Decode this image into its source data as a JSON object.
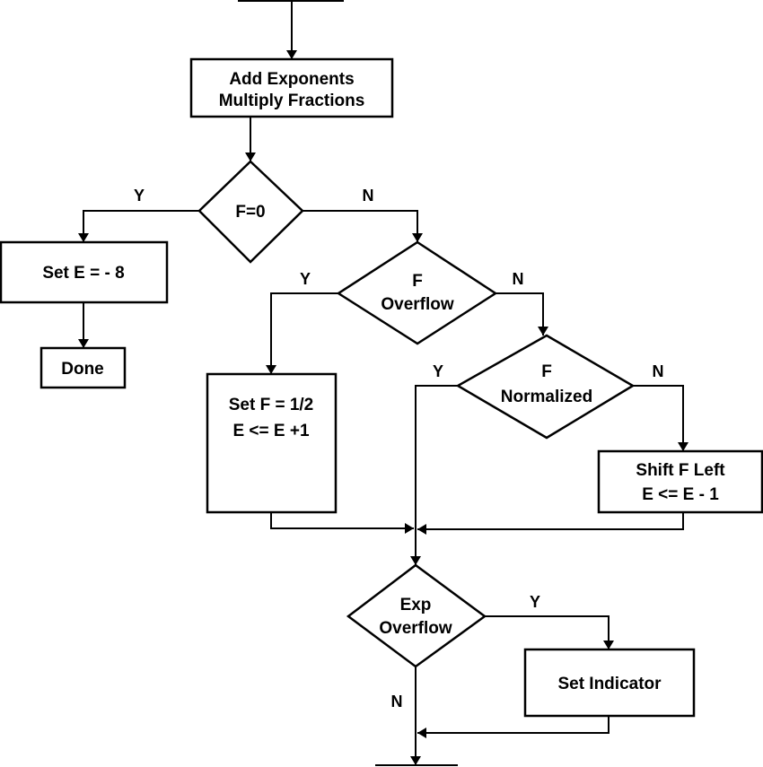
{
  "nodes": {
    "add": {
      "line1": "Add Exponents",
      "line2": "Multiply Fractions"
    },
    "f_zero": {
      "line1": "F=0"
    },
    "set_e": {
      "line1": "Set E = - 8"
    },
    "done": {
      "line1": "Done"
    },
    "f_overflow": {
      "line1": "F",
      "line2": "Overflow"
    },
    "set_f": {
      "line1": "Set F = 1/2",
      "line2": "E <= E +1"
    },
    "f_normalized": {
      "line1": "F",
      "line2": "Normalized"
    },
    "shift": {
      "line1": "Shift F Left",
      "line2": "E <= E - 1"
    },
    "exp_overflow": {
      "line1": "Exp",
      "line2": "Overflow"
    },
    "set_indicator": {
      "line1": "Set Indicator"
    }
  },
  "edge_labels": {
    "f_zero_yes": "Y",
    "f_zero_no": "N",
    "f_overflow_yes": "Y",
    "f_overflow_no": "N",
    "f_normalized_yes": "Y",
    "f_normalized_no": "N",
    "exp_overflow_yes": "Y",
    "exp_overflow_no": "N"
  }
}
